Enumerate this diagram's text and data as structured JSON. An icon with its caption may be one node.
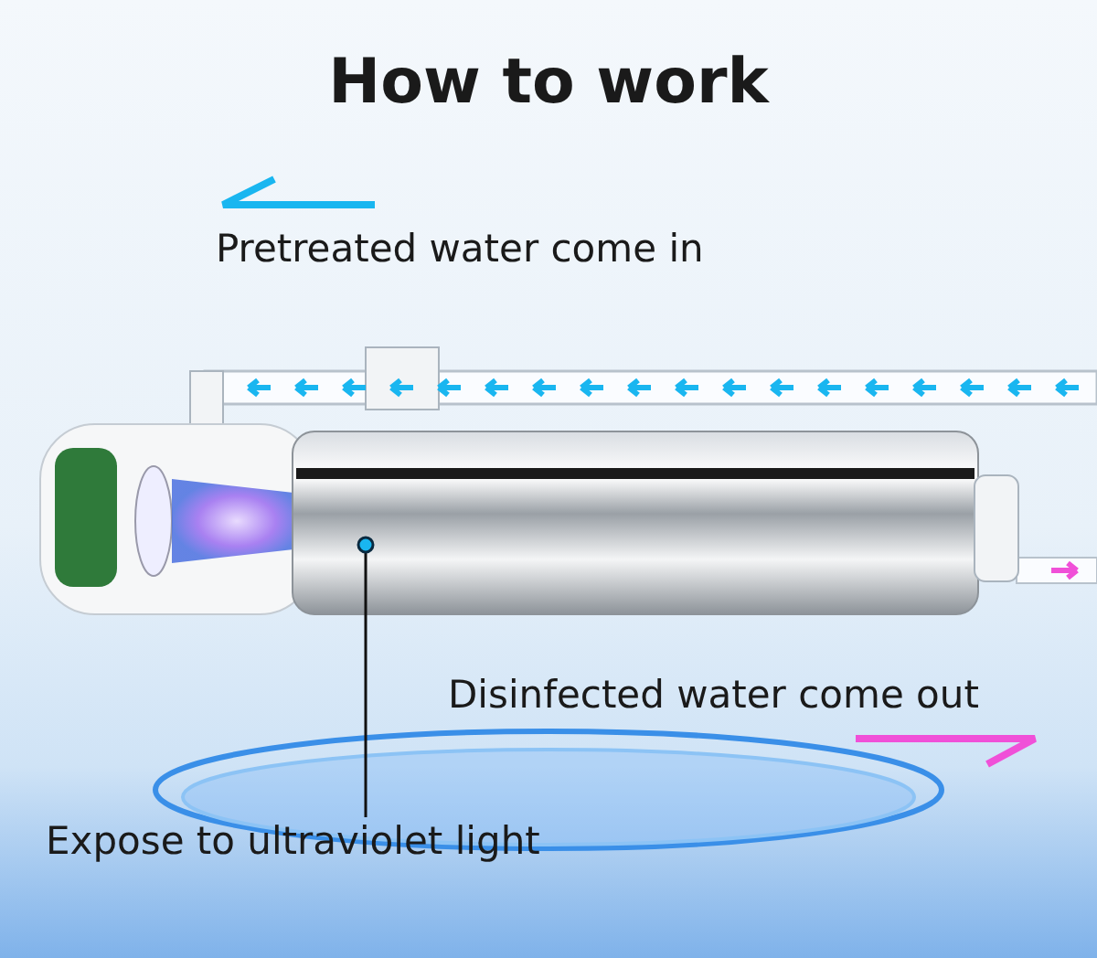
{
  "diagram": {
    "title": "How to work",
    "nodes": [
      {
        "text": [
          "Expose to ultraviolet light"
        ]
      },
      {
        "text": [],
        "shape": "cylinder"
      }
    ],
    "edges": [
      {
        "from": 0,
        "to": 1,
        "arrow": "other"
      }
    ],
    "labels": [
      "Pretreated water come in",
      "Disinfected water come out"
    ]
  }
}
